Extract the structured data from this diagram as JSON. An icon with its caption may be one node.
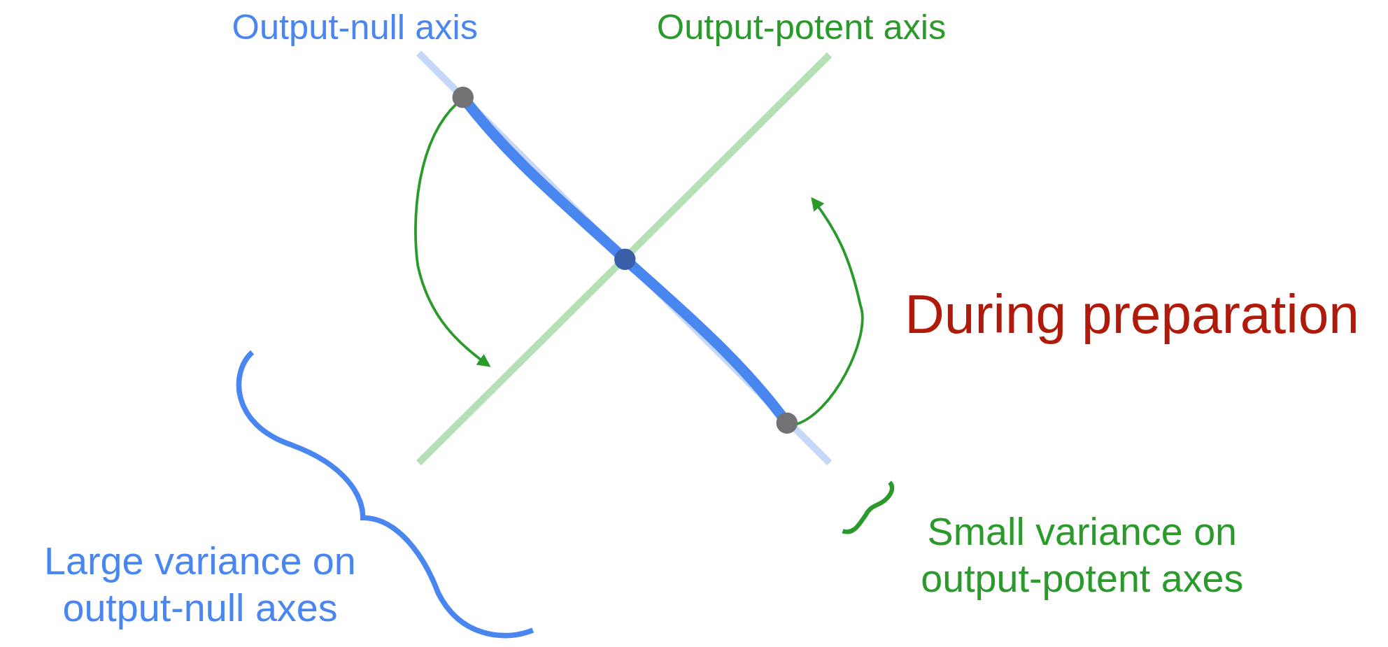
{
  "diagram": {
    "labels": [
      "Output-null axis",
      "Output-potent axis",
      "During preparation",
      "Large variance on output-null axes",
      "Small variance on output-potent axes"
    ]
  }
}
